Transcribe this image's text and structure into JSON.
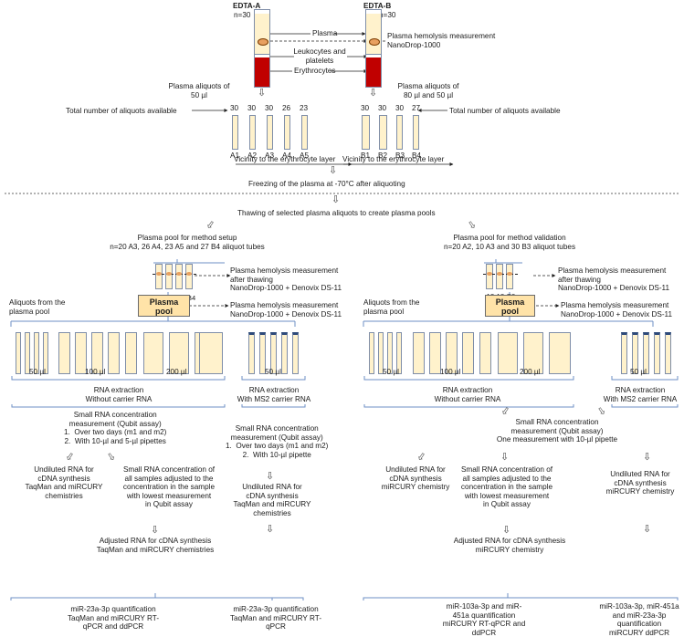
{
  "top": {
    "tube_a_label": "EDTA-A",
    "tube_b_label": "EDTA-B",
    "n_a": "n=30",
    "n_b": "n=30",
    "plasma": "Plasma",
    "hemolysis_top": "Plasma hemolysis measurement\nNanoDrop-1000",
    "leuko": "Leukocytes and\nplatelets",
    "erythro": "Erythrocytes",
    "aliquots_a": "Plasma aliquots of\n50 µl",
    "aliquots_b": "Plasma aliquots of\n80 µl and 50 µl",
    "total_left": "Total number of aliquots available",
    "total_right": "Total number of aliquots available",
    "a_counts": [
      "30",
      "30",
      "30",
      "26",
      "23"
    ],
    "a_labels": [
      "A1",
      "A2",
      "A3",
      "A4",
      "A5"
    ],
    "b_counts": [
      "30",
      "30",
      "30",
      "27"
    ],
    "b_labels": [
      "B1",
      "B2",
      "B3",
      "B4"
    ],
    "vicinity_a": "Vicinity to the erythrocyte layer",
    "vicinity_b": "Vicinity to the erythrocyte layer",
    "freezing": "Freezing of the plasma at -70°C after aliquoting",
    "thawing": "Thawing of selected plasma aliquots to create plasma pools"
  },
  "setup": {
    "pool_title": "Plasma pool for method setup\nn=20 A3, 26 A4, 23 A5 and 27 B4 aliquot tubes",
    "tube_labels": [
      "A3",
      "A4",
      "A5",
      "B4"
    ],
    "hemo_thaw": "Plasma hemolysis measurement\nafter thawing\nNanoDrop-1000 + Denovix DS-11",
    "pool_label": "Plasma\npool",
    "hemo_pool": "Plasma hemolysis measurement\nNanoDrop-1000 + Denovix DS-11",
    "aliquots_from": "Aliquots from the\nplasma pool",
    "vol_50": "50 µl",
    "vol_100": "100 µl",
    "vol_200": "200 µl",
    "vol_50_ms2": "50 µl",
    "rna_no_carrier": "RNA extraction\nWithout carrier RNA",
    "rna_ms2": "RNA extraction\nWith MS2 carrier RNA",
    "qubit_left": "Small RNA concentration\nmeasurement (Qubit assay)\n1.  Over two days (m1 and m2)\n2.  With 10-µl and 5-µl pipettes",
    "qubit_right": "Small RNA concentration\nmeasurement (Qubit assay)\n1.  Over two days (m1 and m2)\n2.  With 10-µl pipette",
    "undiluted_left": "Undiluted RNA for\ncDNA synthesis\nTaqMan and miRCURY\nchemistries",
    "adjusted_text": "Small RNA concentration of\nall samples adjusted to the\nconcentration in the sample\nwith lowest measurement\nin Qubit assay",
    "undiluted_right": "Undiluted RNA for\ncDNA synthesis\nTaqMan and miRCURY\nchemistries",
    "adjusted_cdna": "Adjusted RNA for cDNA synthesis\nTaqMan and miRCURY chemistries",
    "quant_left": "miR-23a-3p quantification\nTaqMan and miRCURY RT-\nqPCR and ddPCR",
    "quant_right": "miR-23a-3p quantification\nTaqMan and miRCURY RT-\nqPCR"
  },
  "validation": {
    "pool_title": "Plasma pool for method validation\nn=20 A2, 10 A3 and 30 B3 aliquot tubes",
    "tube_labels": [
      "A2",
      "A3",
      "B3"
    ],
    "hemo_thaw": "Plasma hemolysis measurement\nafter thawing\nNanoDrop-1000 + Denovix DS-11",
    "pool_label": "Plasma\npool",
    "hemo_pool": "Plasma hemolysis measurement\nNanoDrop-1000 + Denovix DS-11",
    "aliquots_from": "Aliquots from the\nplasma pool",
    "vol_50": "50 µl",
    "vol_100": "100 µl",
    "vol_200": "200 µl",
    "vol_50_ms2": "50 µl",
    "rna_no_carrier": "RNA extraction\nWithout carrier RNA",
    "rna_ms2": "RNA extraction\nWith MS2 carrier RNA",
    "qubit": "Small RNA concentration\nmeasurement (Qubit assay)\nOne measurement with 10-µl pipette",
    "undiluted_left": "Undiluted RNA for\ncDNA synthesis\nmiRCURY chemistry",
    "adjusted_text": "Small RNA concentration of\nall samples adjusted to the\nconcentration in the sample\nwith lowest measurement\nin Qubit assay",
    "undiluted_right": "Undiluted RNA for\ncDNA synthesis\nmiRCURY chemistry",
    "adjusted_cdna": "Adjusted RNA for cDNA synthesis\nmiRCURY chemistry",
    "quant_left": "miR-103a-3p and miR-\n451a quantification\nmiRCURY RT-qPCR and\nddPCR",
    "quant_right": "miR-103a-3p, miR-451a\nand miR-23a-3p\nquantification\nmiRCURY ddPCR"
  },
  "colors": {
    "plasma": "#fff2cc",
    "pool": "#ffe3a8",
    "blood": "#c00000",
    "lines": "#6e8fc4",
    "buffy": "#e8a060",
    "cap": "#2e4a7a"
  }
}
